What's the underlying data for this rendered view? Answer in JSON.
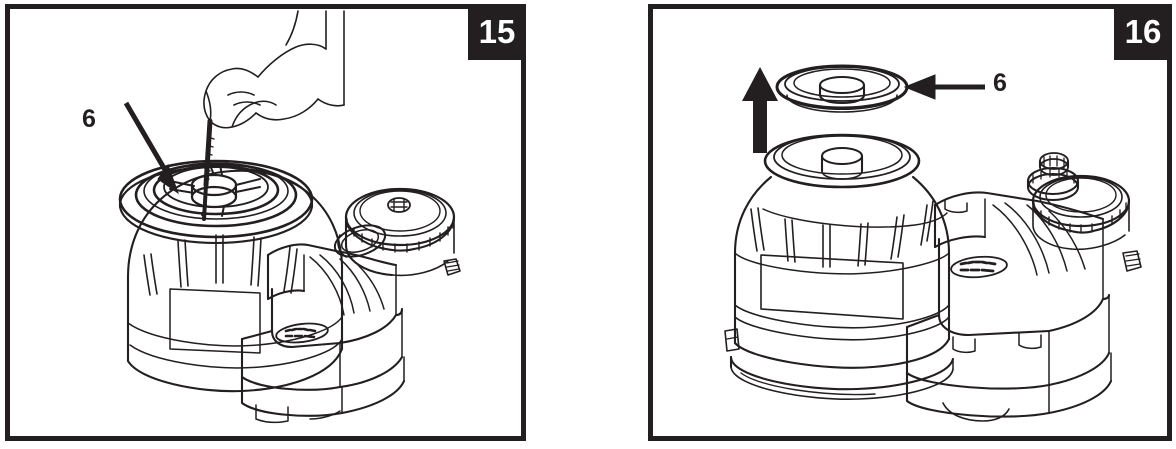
{
  "document": {
    "type": "assembly-instruction-diagram",
    "background_color": "#ffffff",
    "line_color": "#231f20",
    "panel_count": 2
  },
  "panels": [
    {
      "id": "panel-15",
      "step_number": "15",
      "badge_position": "top-right",
      "badge_bg": "#231f20",
      "badge_fg": "#ffffff",
      "callout": {
        "label": "6",
        "arrow": "diagonal-down-right",
        "points_to": "filter-tank-top-opening"
      },
      "illustration": {
        "subject": "sand-filter-pump-assembly",
        "elements": [
          "hand-gripping-rod",
          "filter-tank-with-ribbed-dome",
          "spoked-tank-top-opening",
          "pump-motor-housing",
          "strainer-basket-lid",
          "brand-logo-badge",
          "base-pedestal"
        ]
      }
    },
    {
      "id": "panel-16",
      "step_number": "16",
      "badge_position": "top-right",
      "badge_bg": "#231f20",
      "badge_fg": "#ffffff",
      "callout": {
        "label": "6",
        "arrow": "horizontal-left",
        "points_to": "removed-lid-disc"
      },
      "motion_arrow": {
        "direction": "up",
        "meaning": "lift-off"
      },
      "illustration": {
        "subject": "sand-filter-pump-assembly",
        "elements": [
          "detached-lid-disc",
          "upward-motion-arrow",
          "filter-tank-with-ribbed-dome",
          "tank-top-collar-with-hub",
          "pump-motor-housing",
          "strainer-basket-lid",
          "brand-logo-badge",
          "base-pedestal"
        ]
      }
    }
  ]
}
